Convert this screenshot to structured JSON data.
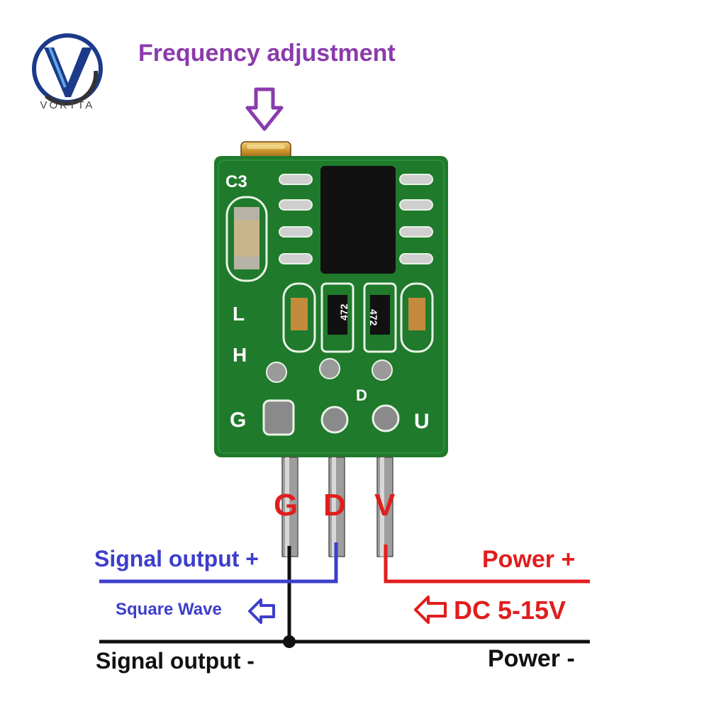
{
  "brand": {
    "name": "VOKTTA"
  },
  "title": "Frequency adjustment",
  "pins": {
    "g": "G",
    "d": "D",
    "v": "V"
  },
  "board_silkscreen": {
    "c3": "C3",
    "l": "L",
    "h": "H",
    "g": "G",
    "u": "U",
    "r1": "472",
    "r2": "472",
    "d": "D"
  },
  "labels": {
    "signal_output_pos": "Signal output +",
    "square_wave": "Square Wave",
    "power_pos": "Power +",
    "dc_range": "DC 5-15V",
    "signal_output_neg": "Signal output -",
    "power_neg": "Power -"
  },
  "colors": {
    "purple": "#8a3bab",
    "blue": "#3d3ecb",
    "red": "#e11d1d",
    "black": "#111111",
    "pcb_green": "#1f7a2c"
  }
}
